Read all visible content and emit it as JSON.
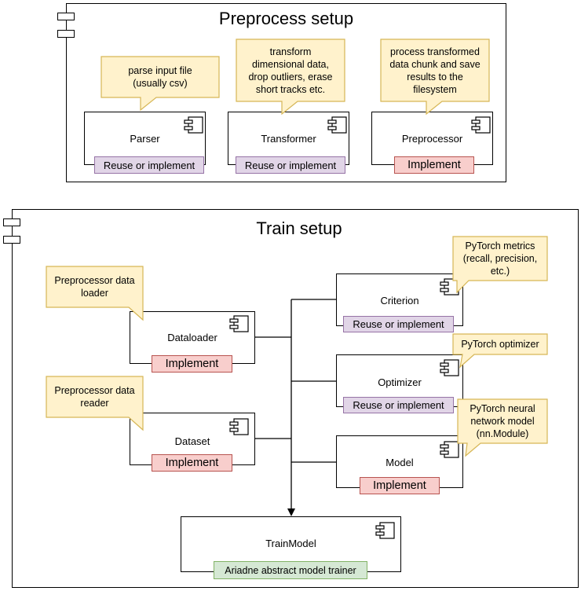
{
  "preprocess": {
    "title": "Preprocess setup",
    "components": [
      {
        "name": "Parser",
        "badge": "Reuse or implement",
        "note": "parse input file\n(usually csv)"
      },
      {
        "name": "Transformer",
        "badge": "Reuse or implement",
        "note": "transform\ndimensional data,\ndrop outliers, erase\nshort tracks etc."
      },
      {
        "name": "Preprocessor",
        "badge": "Implement",
        "note": "process transformed\ndata chunk and save\nresults to the\nfilesystem"
      }
    ]
  },
  "train": {
    "title": "Train setup",
    "dataloader": {
      "name": "Dataloader",
      "badge": "Implement",
      "note": "Preprocessor data\nloader"
    },
    "dataset": {
      "name": "Dataset",
      "badge": "Implement",
      "note": "Preprocessor data\nreader"
    },
    "criterion": {
      "name": "Criterion",
      "badge": "Reuse or implement",
      "note": "PyTorch metrics\n(recall, precision,\netc.)"
    },
    "optimizer": {
      "name": "Optimizer",
      "badge": "Reuse or implement",
      "note": "PyTorch optimizer"
    },
    "model": {
      "name": "Model",
      "badge": "Implement",
      "note": "PyTorch neural\nnetwork model\n(nn.Module)"
    },
    "trainmodel": {
      "name": "TrainModel",
      "badge": "Ariadne abstract model trainer"
    }
  },
  "colors": {
    "note_fill": "#fff2cc",
    "note_stroke": "#d6b656",
    "purple_fill": "#e1d5e7",
    "red_fill": "#f8cecc",
    "green_fill": "#d5e8d4"
  }
}
